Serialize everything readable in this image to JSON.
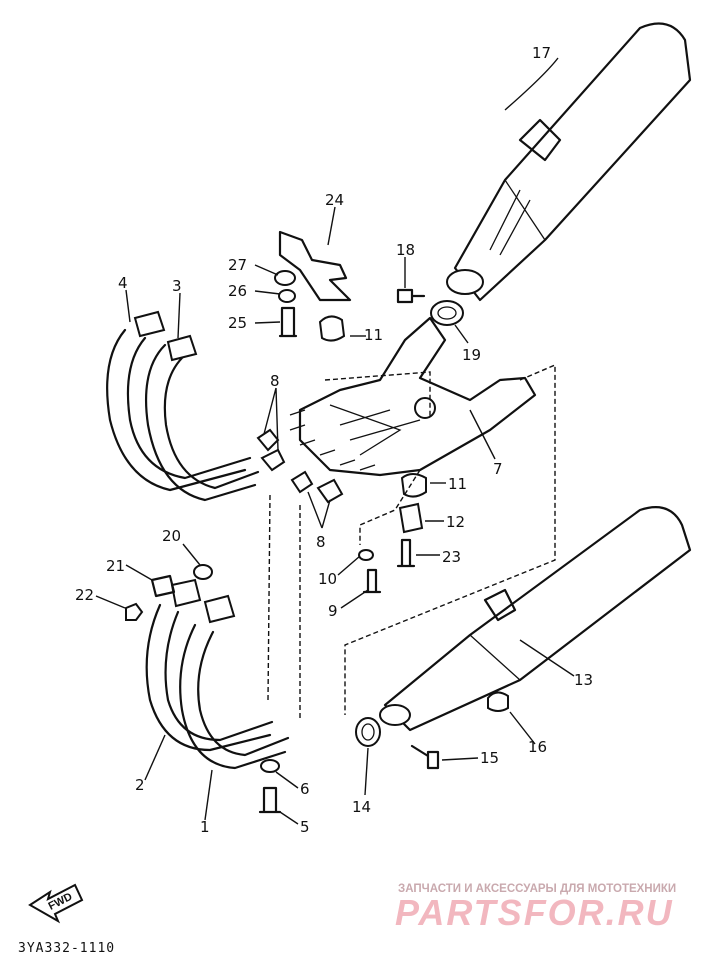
{
  "diagram": {
    "code": "3YA332-1110",
    "fwd_label": "FWD",
    "watermark_tagline": "ЗАПЧАСТИ И АКСЕССУАРЫ ДЛЯ МОТОТЕХНИКИ",
    "watermark_brand": "PARTSFOR.RU",
    "callouts": [
      "1",
      "2",
      "3",
      "4",
      "5",
      "6",
      "7",
      "8",
      "8",
      "9",
      "10",
      "11",
      "11",
      "12",
      "13",
      "14",
      "15",
      "16",
      "17",
      "18",
      "19",
      "20",
      "21",
      "22",
      "23",
      "24",
      "25",
      "26",
      "27"
    ]
  }
}
